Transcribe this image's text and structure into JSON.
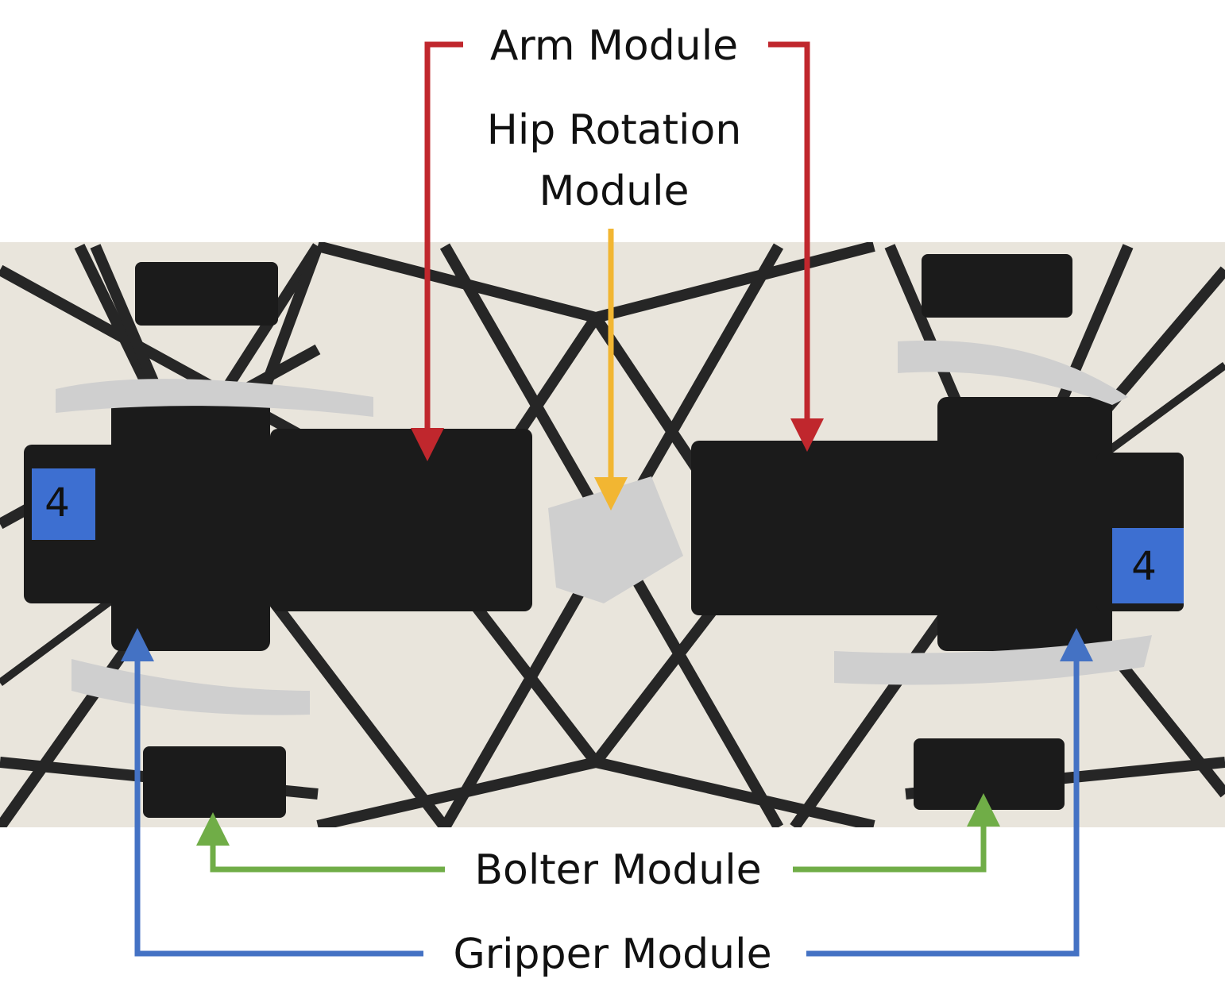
{
  "labels": {
    "arm": "Arm Module",
    "hip_line1": "Hip Rotation",
    "hip_line2": "Module",
    "bolter": "Bolter Module",
    "gripper": "Gripper Module"
  },
  "colors": {
    "arm": "#c0272d",
    "hip": "#f2b632",
    "bolter": "#70ad47",
    "gripper": "#4472c4",
    "background": "#e9e5dc",
    "lattice": "#222222"
  },
  "photo": {
    "description_icon": "robot-photo",
    "tape_marks": [
      "4",
      "4"
    ]
  }
}
